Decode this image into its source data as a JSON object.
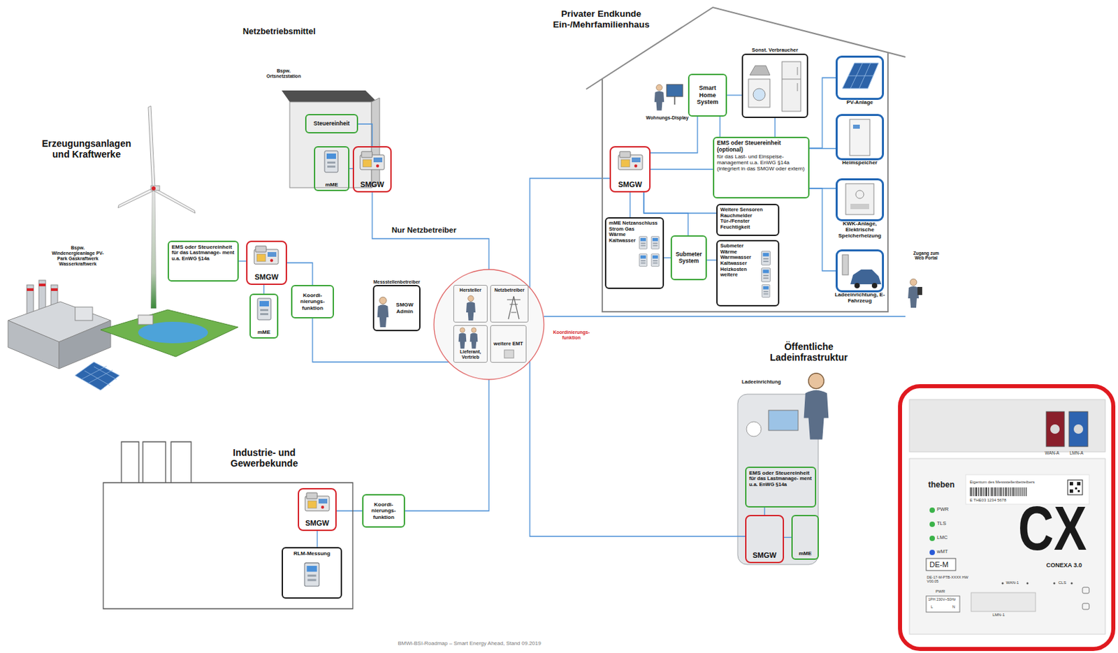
{
  "diagram": {
    "caption": "BMWi-BSI-Roadmap – Smart Energy Ahead, Stand 09.2019",
    "nodes": [
      {
        "text": [
          "Steuereinheit"
        ]
      },
      {
        "text": [
          "mME"
        ]
      },
      {
        "text": [
          "SMGW"
        ]
      },
      {
        "text": [
          "Privater Endkunde Ein-/Mehrfamilienhaus"
        ]
      },
      {
        "text": [
          "Smart Home System"
        ],
        "in": 3
      },
      {
        "text": [
          "Sonst. Verbraucher"
        ],
        "in": 3
      },
      {
        "text": [
          "PV-Anlage"
        ],
        "in": 3
      },
      {
        "text": [
          "EMS oder Steuereinheit (optional)",
          "für das Last- und Einspeise- management u.a. EnWG §14a (integriert in das SMGW oder extern)"
        ],
        "in": 3
      },
      {
        "text": [
          "Heimspeicher"
        ],
        "in": 3
      },
      {
        "text": [
          "SMGW"
        ],
        "in": 3
      },
      {
        "text": [
          "KWK-Anlage, Elektrische Speicherheizung"
        ],
        "in": 3
      },
      {
        "text": [
          "Weitere Sensoren",
          "Rauchmelder Tür-/Fenster Feuchtigkeit"
        ],
        "in": 3
      },
      {
        "text": [
          "mME Netzanschluss",
          "Strom Gas Wärme Kaltwasser"
        ],
        "in": 3
      },
      {
        "text": [
          "Submeter System"
        ],
        "in": 3
      },
      {
        "text": [
          "Submeter",
          "Wärme Warmwasser Kaltwasser Heizkosten weitere"
        ],
        "in": 3
      },
      {
        "text": [
          "Ladeeinrichtung, E-Fahrzeug"
        ],
        "in": 3
      },
      {
        "text": [
          "EMS oder Steuereinheit",
          "für das Lastmanage- ment u.a. EnWG §14a"
        ]
      },
      {
        "text": [
          "SMGW"
        ]
      },
      {
        "text": [
          "Koordi- nierungs- funktion"
        ]
      },
      {
        "text": [
          "Messstellenbetreiber",
          "SMGW Admin"
        ]
      },
      {
        "text": [
          "mME"
        ]
      },
      {
        "text": [
          "Koordinierungs- funktion"
        ]
      },
      {
        "text": [
          "Hersteller"
        ],
        "in": 21
      },
      {
        "text": [
          "Netzbetreiber"
        ],
        "in": 21
      },
      {
        "text": [
          "Lieferant, Vertrieb"
        ],
        "in": 21
      },
      {
        "text": [
          "weitere EMT"
        ],
        "in": 21
      },
      {
        "text": [
          "EMS oder Steuereinheit",
          "für das Lastmanage- ment u.a. EnWG §14a"
        ]
      },
      {
        "text": [
          "SMGW"
        ]
      },
      {
        "text": [
          "mME"
        ]
      },
      {
        "text": [
          "Industrie- und Gewerbekunde"
        ]
      },
      {
        "text": [
          "SMGW"
        ],
        "in": 29
      },
      {
        "text": [
          "Koordi- nierungs- funktion"
        ]
      },
      {
        "text": [
          "RLM-Messung"
        ],
        "in": 29
      }
    ],
    "edges": [
      {
        "from": 0,
        "to": 2,
        "arrow": "none"
      },
      {
        "from": 1,
        "to": 2,
        "arrow": "none"
      },
      {
        "from": 2,
        "to": 21,
        "label": "Nur Netzbetreiber",
        "arrow": "none"
      },
      {
        "from": 16,
        "to": 17,
        "arrow": "none"
      },
      {
        "from": 17,
        "to": 20,
        "arrow": "none"
      },
      {
        "from": 17,
        "to": 18,
        "arrow": "none"
      },
      {
        "from": 18,
        "to": 21,
        "arrow": "none"
      },
      {
        "from": 30,
        "to": 31,
        "arrow": "none"
      },
      {
        "from": 31,
        "to": 21,
        "arrow": "none"
      },
      {
        "from": 30,
        "to": 32,
        "arrow": "none"
      },
      {
        "from": 21,
        "to": 9,
        "arrow": "none"
      },
      {
        "from": 21,
        "to": 27,
        "arrow": "none"
      },
      {
        "from": 26,
        "to": 27,
        "arrow": "none"
      },
      {
        "from": 27,
        "to": 28,
        "arrow": "none"
      },
      {
        "from": 9,
        "to": 4,
        "arrow": "none"
      },
      {
        "from": 9,
        "to": 7,
        "arrow": "none"
      },
      {
        "from": 9,
        "to": 12,
        "arrow": "none"
      },
      {
        "from": 9,
        "to": 11,
        "arrow": "none"
      },
      {
        "from": 9,
        "to": 13,
        "arrow": "none"
      },
      {
        "from": 13,
        "to": 14,
        "arrow": "none"
      },
      {
        "from": 12,
        "to": 13,
        "arrow": "none"
      },
      {
        "from": 4,
        "to": 5,
        "arrow": "none"
      },
      {
        "from": 7,
        "to": 5,
        "arrow": "none"
      },
      {
        "from": 4,
        "to": 7,
        "arrow": "none"
      },
      {
        "from": 7,
        "to": 6,
        "arrow": "none"
      },
      {
        "from": 7,
        "to": 8,
        "arrow": "none"
      },
      {
        "from": 7,
        "to": 10,
        "arrow": "none"
      },
      {
        "from": 7,
        "to": 15,
        "arrow": "none"
      }
    ],
    "labels": [
      "Netzbetriebsmittel",
      "Bspw. Ortsnetzstation",
      "Erzeugungsanlagen und Kraftwerke",
      "Bspw. Windenergieanlage PV-Park Gaskraftwerk Wasserkraftwerk",
      "Wohnungs-Display",
      "Zugang zum Web Portal",
      "Öffentliche Ladeinfrastruktur",
      "Ladeeinrichtung",
      "WAN-A",
      "LMN-A",
      "theben",
      "Eigentum des Messstellenbetreibers",
      "E THE03 1234 5678",
      "PWR",
      "TLS",
      "LMC",
      "wMT",
      "DE-M",
      "CX",
      "CONEXA 3.0",
      "DE-17-M-PTB-XXXX HW V00.05",
      "WAN-1",
      "CLS",
      "PWR",
      "1PH 230V~50Hz",
      "L",
      "N",
      "LMN-1"
    ]
  }
}
